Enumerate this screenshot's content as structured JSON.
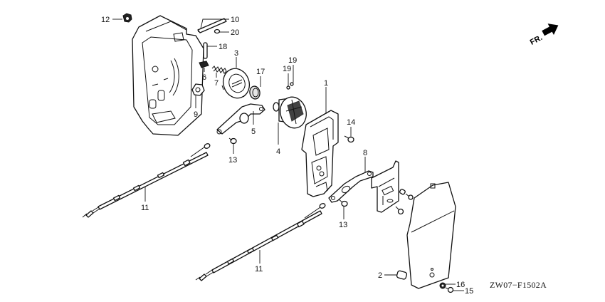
{
  "diagram": {
    "code": "ZW07−F1502A",
    "direction_indicator": {
      "label": "FR.",
      "icon": "arrow-forward-icon"
    },
    "callouts": {
      "c1": "1",
      "c2": "2",
      "c3": "3",
      "c4": "4",
      "c5": "5",
      "c6": "6",
      "c7": "7",
      "c8": "8",
      "c9": "9",
      "c10": "10",
      "c11a": "11",
      "c11b": "11",
      "c12": "12",
      "c13a": "13",
      "c13b": "13",
      "c14": "14",
      "c15": "15",
      "c16": "16",
      "c17": "17",
      "c18": "18",
      "c19a": "19",
      "c19b": "19",
      "c20": "20"
    }
  }
}
